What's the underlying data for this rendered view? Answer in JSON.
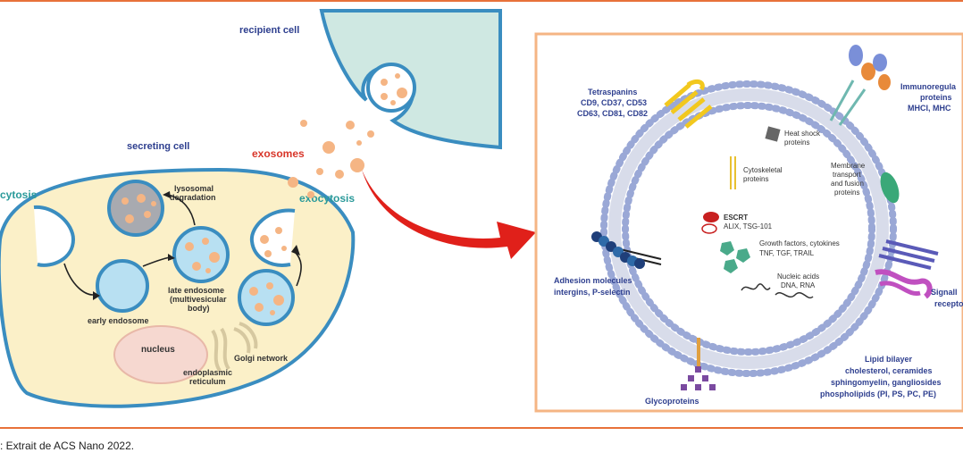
{
  "figure": {
    "left": {
      "recipient_cell": "recipient cell",
      "secreting_cell": "secreting cell",
      "exosomes": "exosomes",
      "exocytosis": "exocytosis",
      "endocytosis": "cytosis",
      "lysosomal_l1": "lysosomal",
      "lysosomal_l2": "degradation",
      "late_endosome_l1": "late endosome",
      "late_endosome_l2": "(multivesicular",
      "late_endosome_l3": "body)",
      "early_endosome": "early endosome",
      "nucleus": "nucleus",
      "golgi": "Golgi network",
      "er_l1": "endoplasmic",
      "er_l2": "reticulum"
    },
    "right": {
      "tetraspanins_l1": "Tetraspanins",
      "tetraspanins_l2": "CD9, CD37, CD53",
      "tetraspanins_l3": "CD63, CD81, CD82",
      "immuno_l1": "Immunoregula",
      "immuno_l2": "proteins",
      "immuno_l3": "MHCI, MHC",
      "heat_l1": "Heat shock",
      "heat_l2": "proteins",
      "cyto_l1": "Cytoskeletal",
      "cyto_l2": "proteins",
      "membrane_l1": "Membrane",
      "membrane_l2": "transport",
      "membrane_l3": "and fusion",
      "membrane_l4": "proteins",
      "escrt_l1": "ESCRT",
      "escrt_l2": "ALIX, TSG-101",
      "growth_l1": "Growth factors, cytokines",
      "growth_l2": "TNF, TGF, TRAIL",
      "nucleic_l1": "Nucleic acids",
      "nucleic_l2": "DNA, RNA",
      "adhesion_l1": "Adhesion molecules",
      "adhesion_l2": "intergins, P-selectin",
      "signal_l1": "Signall",
      "signal_l2": "recepto",
      "lipid_l1": "Lipid bilayer",
      "lipid_l2": "cholesterol, ceramides",
      "lipid_l3": "sphingomyelin, gangliosides",
      "lipid_l4": "phospholipids (PI, PS, PC, PE)",
      "glyco": "Glycoproteins"
    },
    "caption": ": Extrait de ACS Nano 2022.",
    "colors": {
      "frame": "#e8713a",
      "membrane": "#3a8dc0",
      "cell_fill": "#fbf0c8",
      "recipient_fill": "#cfe8e2",
      "exosome": "#f5b584",
      "arrow": "#e0201a",
      "label_blue": "#2e3f8f",
      "label_red": "#d8362a",
      "label_teal": "#2a9a9a"
    }
  }
}
